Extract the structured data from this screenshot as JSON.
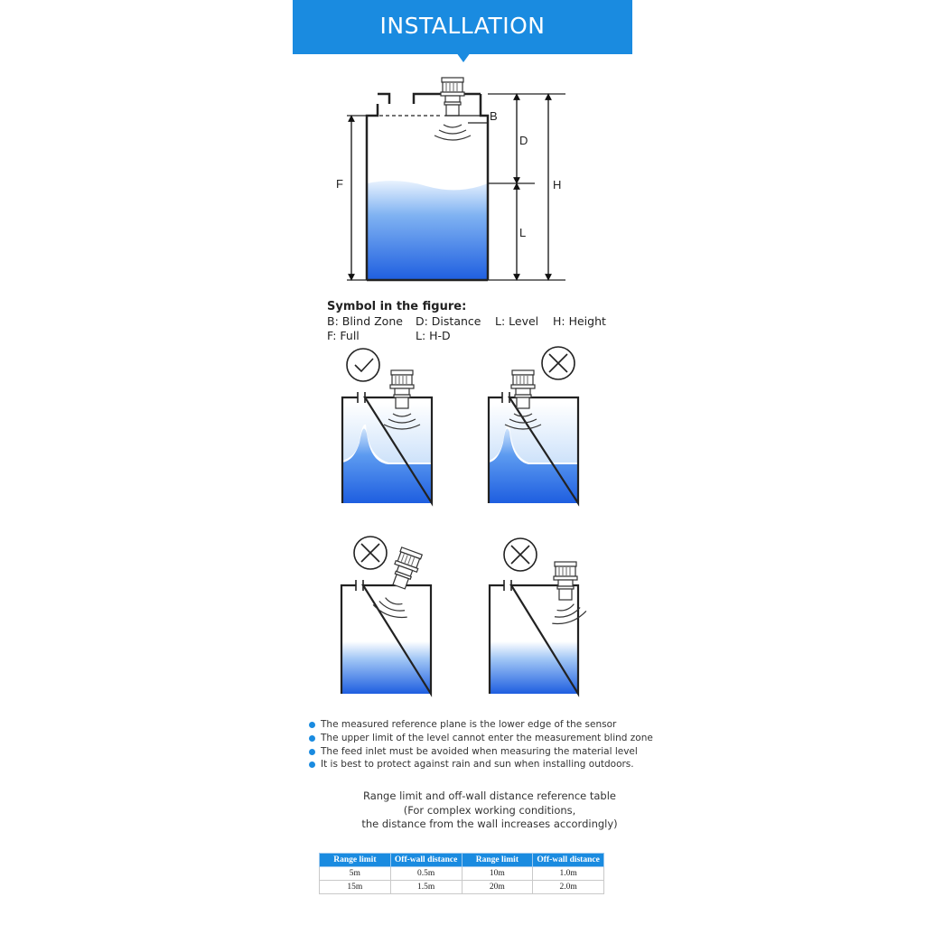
{
  "header": {
    "title": "INSTALLATION",
    "accent_color": "#1a8be0"
  },
  "diagram": {
    "labels": {
      "b": "B",
      "d": "D",
      "h": "H",
      "f": "F",
      "l": "L"
    },
    "liquid_color": "#1f6fe0"
  },
  "legend": {
    "title": "Symbol in the figure:",
    "items": [
      {
        "text": "B: Blind Zone"
      },
      {
        "text": "D: Distance"
      },
      {
        "text": "L: Level"
      },
      {
        "text": "H: Height"
      },
      {
        "text": "F: Full"
      },
      {
        "text": "L:  H-D"
      }
    ]
  },
  "examples": [
    {
      "status": "correct",
      "icon": "check-circle-icon"
    },
    {
      "status": "wrong",
      "icon": "x-circle-icon"
    },
    {
      "status": "wrong",
      "icon": "x-circle-icon"
    },
    {
      "status": "wrong",
      "icon": "x-circle-icon"
    }
  ],
  "notes": [
    "The measured reference plane is the lower edge of the sensor",
    "The upper limit of the level cannot enter the measurement blind zone",
    "The feed inlet must be avoided when measuring the material level",
    "It is best to protect against rain and sun when installing outdoors."
  ],
  "table_caption": {
    "line1": "Range limit and off-wall distance reference table",
    "line2": "(For complex working conditions,",
    "line3": "the distance from the wall increases accordingly)"
  },
  "reference_table": {
    "headers": [
      "Range limit",
      "Off-wall distance",
      "Range limit",
      "Off-wall distance"
    ],
    "rows": [
      [
        "5m",
        "0.5m",
        "10m",
        "1.0m"
      ],
      [
        "15m",
        "1.5m",
        "20m",
        "2.0m"
      ]
    ]
  }
}
